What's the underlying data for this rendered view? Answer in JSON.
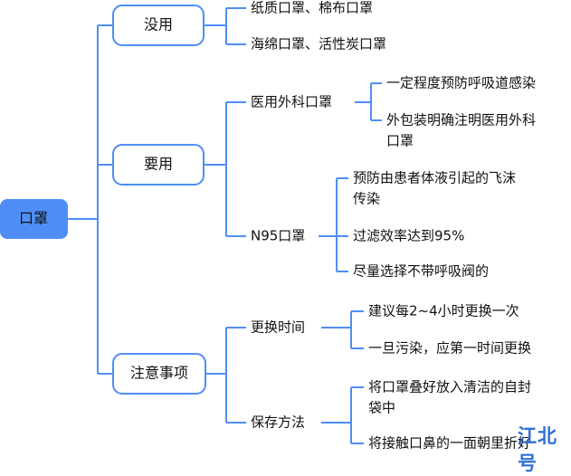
{
  "root": {
    "label": "口罩",
    "fill": "#4f8ef7",
    "text_color": "#ffffff"
  },
  "line_color": "#4f8ef7",
  "branches": [
    {
      "label": "没用",
      "children": [
        {
          "label": "纸质口罩、棉布口罩"
        },
        {
          "label": "海绵口罩、活性炭口罩"
        }
      ]
    },
    {
      "label": "要用",
      "children": [
        {
          "label": "医用外科口罩",
          "children": [
            {
              "lines": [
                "一定程度预防呼吸道感染"
              ]
            },
            {
              "lines": [
                "外包装明确注明医用外科",
                "口罩"
              ]
            }
          ]
        },
        {
          "label": "N95口罩",
          "children": [
            {
              "lines": [
                "预防由患者体液引起的飞沫",
                "传染"
              ]
            },
            {
              "lines": [
                "过滤效率达到95%"
              ]
            },
            {
              "lines": [
                "尽量选择不带呼吸阀的"
              ]
            }
          ]
        }
      ]
    },
    {
      "label": "注意事项",
      "children": [
        {
          "label": "更换时间",
          "children": [
            {
              "lines": [
                "建议每2~4小时更换一次"
              ]
            },
            {
              "lines": [
                "一旦污染，应第一时间更换"
              ]
            }
          ]
        },
        {
          "label": "保存方法",
          "children": [
            {
              "lines": [
                "将口罩叠好放入清洁的自封",
                "袋中"
              ]
            },
            {
              "lines": [
                "将接触口鼻的一面朝里折好"
              ]
            }
          ]
        }
      ]
    }
  ],
  "watermark": "江北号"
}
